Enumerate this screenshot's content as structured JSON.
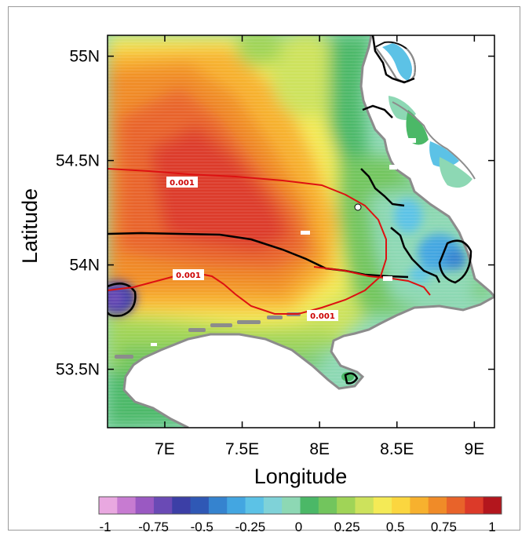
{
  "chart_data": {
    "type": "heatmap",
    "title": "",
    "xlabel": "Longitude",
    "ylabel": "Latitude",
    "xlim": [
      6.63,
      9.13
    ],
    "ylim": [
      53.22,
      55.1
    ],
    "x_ticks": [
      "7E",
      "7.5E",
      "8E",
      "8.5E",
      "9E"
    ],
    "x_tick_values": [
      7.0,
      7.5,
      8.0,
      8.5,
      9.0
    ],
    "y_ticks": [
      "55N",
      "54.5N",
      "54N",
      "53.5N"
    ],
    "y_tick_values": [
      55.0,
      54.5,
      54.0,
      53.5
    ],
    "colorbar": {
      "labels": [
        "-1",
        "-0.75",
        "-0.5",
        "-0.25",
        "0",
        "0.25",
        "0.5",
        "0.75",
        "1"
      ],
      "range": [
        -1.0,
        1.0
      ],
      "colors": [
        "#e9a8e0",
        "#c77bd1",
        "#9a59c2",
        "#6a4ab5",
        "#3c3fa6",
        "#2f58b5",
        "#3583cf",
        "#43a6e1",
        "#5cc2e6",
        "#7fd2d8",
        "#8dd8b4",
        "#4bb867",
        "#72c55d",
        "#a0d457",
        "#cde25c",
        "#f4ea56",
        "#fbd63f",
        "#f7b12e",
        "#f08b28",
        "#e8632a",
        "#dc3a29",
        "#b3161d"
      ]
    },
    "contour_labels": [
      "0.001",
      "0.001",
      "0.001"
    ],
    "colors": {
      "coastline": "#8c8c8c",
      "zero_contour": "#000000",
      "red_contour": "#dd1111"
    }
  }
}
